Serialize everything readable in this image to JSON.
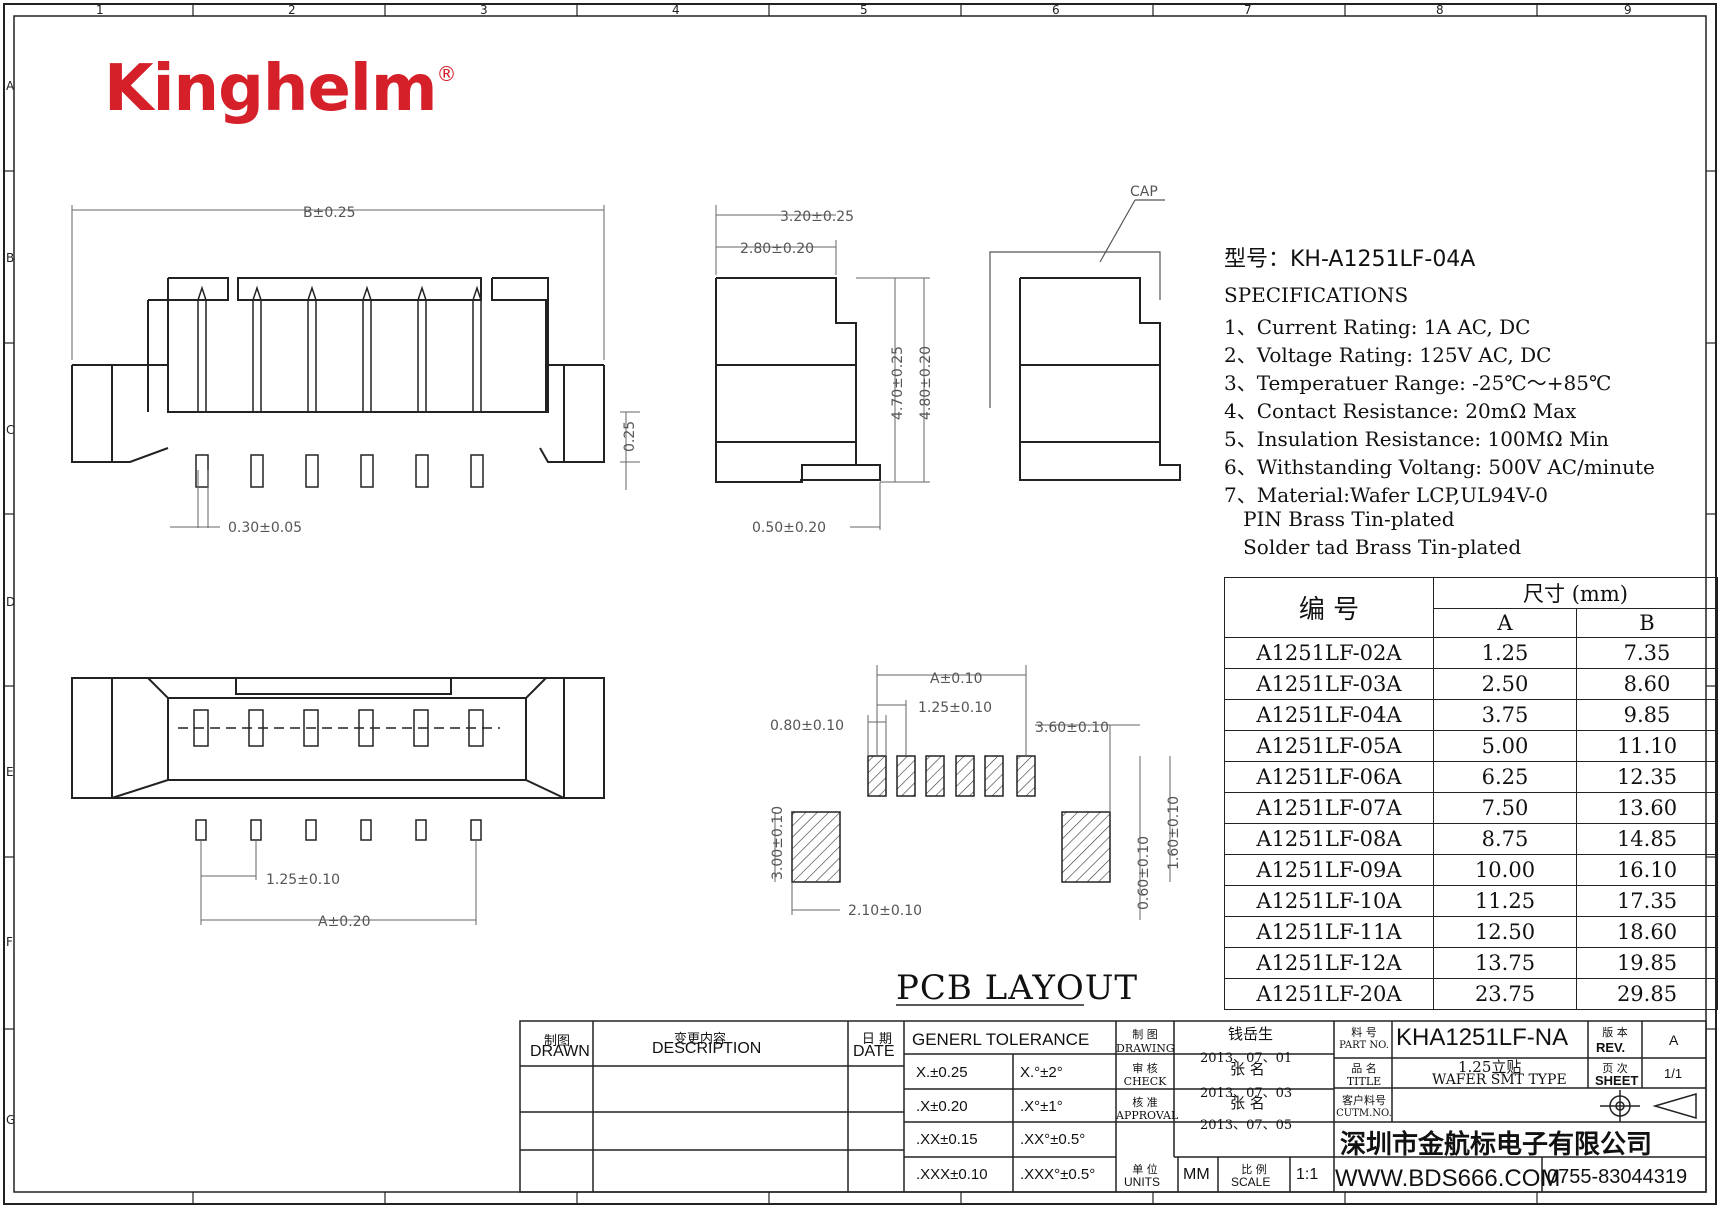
{
  "brand": {
    "name": "Kinghelm",
    "mark": "®",
    "color": "#d5202a"
  },
  "model_line": "型号：KH-A1251LF-04A",
  "specifications": {
    "title": "SPECIFICATIONS",
    "lines": [
      "1、Current Rating: 1A AC, DC",
      "2、Voltage Rating: 125V AC, DC",
      "3、Temperatuer Range: -25℃～+85℃",
      "4、Contact Resistance: 20mΩ Max",
      "5、Insulation Resistance: 100MΩ Min",
      "6、Withstanding Voltang: 500V AC/minute",
      "7、Material:Wafer LCP,UL94V-0",
      "   PIN Brass Tin-plated",
      "   Solder tad Brass Tin-plated"
    ]
  },
  "dim_table": {
    "header_code": "编  号",
    "header_size": "尺寸 (mm)",
    "col_a": "A",
    "col_b": "B",
    "rows": [
      {
        "code": "A1251LF-02A",
        "a": "1.25",
        "b": "7.35"
      },
      {
        "code": "A1251LF-03A",
        "a": "2.50",
        "b": "8.60"
      },
      {
        "code": "A1251LF-04A",
        "a": "3.75",
        "b": "9.85"
      },
      {
        "code": "A1251LF-05A",
        "a": "5.00",
        "b": "11.10"
      },
      {
        "code": "A1251LF-06A",
        "a": "6.25",
        "b": "12.35"
      },
      {
        "code": "A1251LF-07A",
        "a": "7.50",
        "b": "13.60"
      },
      {
        "code": "A1251LF-08A",
        "a": "8.75",
        "b": "14.85"
      },
      {
        "code": "A1251LF-09A",
        "a": "10.00",
        "b": "16.10"
      },
      {
        "code": "A1251LF-10A",
        "a": "11.25",
        "b": "17.35"
      },
      {
        "code": "A1251LF-11A",
        "a": "12.50",
        "b": "18.60"
      },
      {
        "code": "A1251LF-12A",
        "a": "13.75",
        "b": "19.85"
      },
      {
        "code": "A1251LF-20A",
        "a": "23.75",
        "b": "29.85"
      }
    ]
  },
  "pcb_layout_title": "PCB LAYOUT",
  "grid": {
    "columns": [
      "1",
      "2",
      "3",
      "4",
      "5",
      "6",
      "7",
      "8",
      "9"
    ],
    "rows": [
      "A",
      "B",
      "C",
      "D",
      "E",
      "F",
      "G"
    ]
  },
  "dimensions": {
    "front_b": "B±0.25",
    "front_pin_w": "0.30±0.05",
    "front_h": "0.25",
    "side_w1": "3.20±0.25",
    "side_w2": "2.80±0.20",
    "side_h1": "4.70±0.25",
    "side_h2": "4.80±0.20",
    "side_foot": "0.50±0.20",
    "cap": "CAP",
    "bottom_pitch": "1.25±0.10",
    "bottom_a": "A±0.20",
    "pcb_a": "A±0.10",
    "pcb_pitch": "1.25±0.10",
    "pcb_pad_w": "0.80±0.10",
    "pcb_gap": "3.60±0.10",
    "pcb_pad_h": "3.00±0.10",
    "pcb_pad_w2": "2.10±0.10",
    "pcb_sig_h": "0.60±0.10",
    "pcb_sig_h2": "1.60±0.10"
  },
  "title_block": {
    "drawn_cn": "制图",
    "drawn_en": "DRAWN",
    "desc_cn": "变更内容",
    "desc_en": "DESCRIPTION",
    "date_cn": "日 期",
    "date_en": "DATE",
    "tolerance_title": "GENERL TOLERANCE",
    "tolerances": [
      {
        "lin": "X.±0.25",
        "ang": "X.°±2°"
      },
      {
        "lin": ".X±0.20",
        "ang": ".X°±1°"
      },
      {
        "lin": ".XX±0.15",
        "ang": ".XX°±0.5°"
      },
      {
        "lin": ".XXX±0.10",
        "ang": ".XXX°±0.5°"
      }
    ],
    "drawing_cn": "制 图",
    "drawing_en": "DRAWING",
    "drawing_name": "钱岳生",
    "drawing_date": "2013、07、01",
    "check_cn": "审 核",
    "check_en": "CHECK",
    "check_name": "张 名",
    "check_date": "2013、07、03",
    "approval_cn": "核 准",
    "approval_en": "APPROVAL",
    "approval_name": "张 名",
    "approval_date": "2013、07、05",
    "units_cn": "单 位",
    "units_en": "UNITS",
    "units_val": "MM",
    "scale_cn": "比 例",
    "scale_en": "SCALE",
    "scale_val": "1:1",
    "partno_cn": "料 号",
    "partno_en": "PART NO.",
    "partno_val": "KHA1251LF-NA",
    "rev_cn": "版 本",
    "rev_en": "REV.",
    "rev_val": "A",
    "title_cn": "品 名",
    "title_en": "TITLE",
    "title_val1": "1.25立贴",
    "title_val2": "WAFER SMT TYPE",
    "sheet_cn": "页 次",
    "sheet_en": "SHEET",
    "sheet_val": "1/1",
    "cust_cn": "客户料号",
    "cust_en": "CUTM.NO.",
    "company": "深圳市金航标电子有限公司",
    "website": "WWW.BDS666.COM",
    "phone": "0755-83044319"
  }
}
